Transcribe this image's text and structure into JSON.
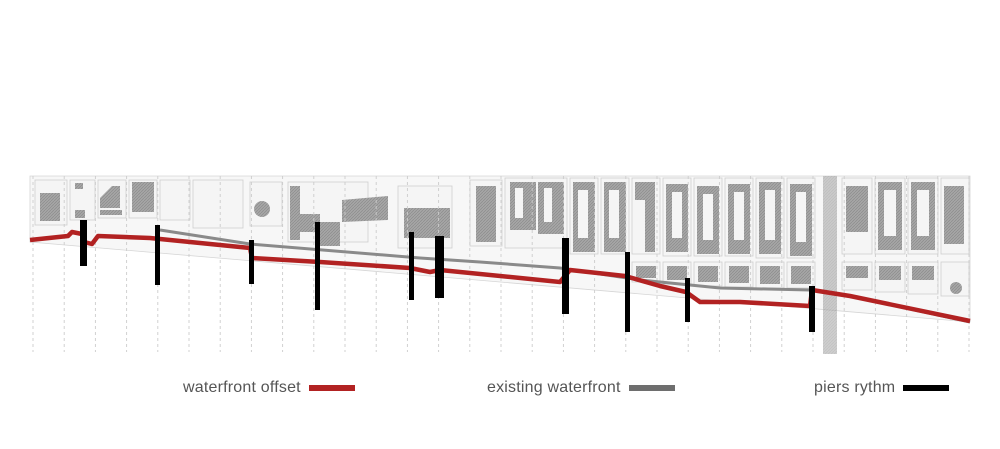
{
  "legend": {
    "waterfront_offset": {
      "label": "waterfront offset",
      "color": "#b22222"
    },
    "existing_waterfront": {
      "label": "existing waterfront",
      "color": "#6e6e6e"
    },
    "piers_rythm": {
      "label": "piers rythm",
      "color": "#000000"
    }
  },
  "colors": {
    "buildings": "#a0a0a0",
    "blocks": "#f5f5f5",
    "block_outline": "#cfcfcf",
    "grid_lines": "#cccccc",
    "railway": "#b5b5b5"
  }
}
